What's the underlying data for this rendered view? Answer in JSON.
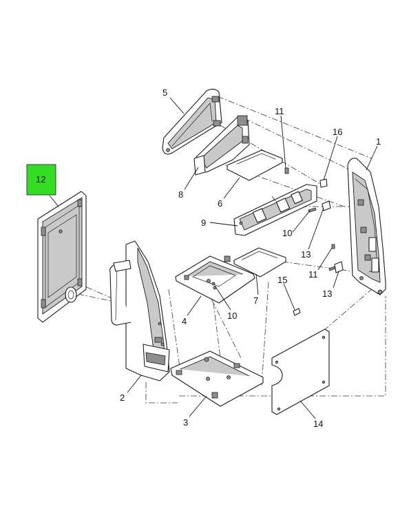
{
  "colors": {
    "highlight": "#33dd22",
    "line": "#1a1a1a",
    "shade": "#c9c9c9"
  },
  "callouts": [
    {
      "id": "1",
      "label": "1"
    },
    {
      "id": "2",
      "label": "2"
    },
    {
      "id": "3",
      "label": "3"
    },
    {
      "id": "4",
      "label": "4"
    },
    {
      "id": "5",
      "label": "5"
    },
    {
      "id": "6",
      "label": "6"
    },
    {
      "id": "7",
      "label": "7"
    },
    {
      "id": "8",
      "label": "8"
    },
    {
      "id": "9",
      "label": "9"
    },
    {
      "id": "10a",
      "label": "10"
    },
    {
      "id": "10b",
      "label": "10"
    },
    {
      "id": "11a",
      "label": "11"
    },
    {
      "id": "11b",
      "label": "11"
    },
    {
      "id": "12",
      "label": "12",
      "highlighted": true
    },
    {
      "id": "13a",
      "label": "13"
    },
    {
      "id": "13b",
      "label": "13"
    },
    {
      "id": "14",
      "label": "14"
    },
    {
      "id": "15",
      "label": "15"
    },
    {
      "id": "16",
      "label": "16"
    }
  ]
}
